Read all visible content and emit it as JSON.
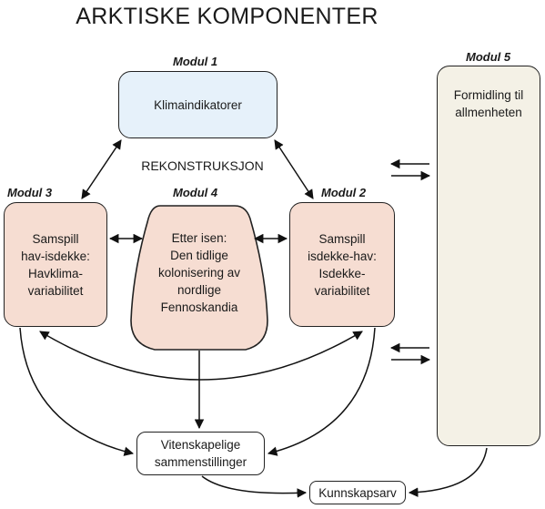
{
  "title": "ARKTISKE KOMPONENTER",
  "modules": {
    "m1": {
      "label": "Modul 1",
      "text": "Klimaindikatorer"
    },
    "m2": {
      "label": "Modul 2",
      "text": "Samspill\nisdekke-hav:\nIsdekke-\nvariabilitet"
    },
    "m3": {
      "label": "Modul 3",
      "text": "Samspill\nhav-isdekke:\nHavklima-\nvariabilitet"
    },
    "m4": {
      "label": "Modul 4",
      "text": "Etter isen:\nDen tidlige\nkolonisering av\nnordlige\nFennoskandia"
    },
    "m5": {
      "label": "Modul 5",
      "text": "Formidling til\nallmenheten"
    }
  },
  "center_label": "REKONSTRUKSJON",
  "synthesis": "Vitenskapelige\nsammenstillinger",
  "heritage": "Kunnskapsarv",
  "colors": {
    "m1_fill": "#e6f1fa",
    "module_fill": "#f6ddd2",
    "m5_fill": "#f4f1e6",
    "circle_fill": "#dcdac9",
    "stroke": "#222222"
  }
}
